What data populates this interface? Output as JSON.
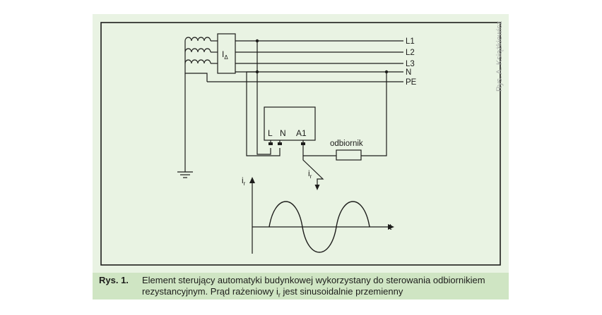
{
  "diagram": {
    "bus_labels": [
      "L1",
      "L2",
      "L3",
      "N",
      "PE"
    ],
    "rcd_label": "I",
    "rcd_subscript": "Δ",
    "terminal_labels": [
      "L",
      "N",
      "A1"
    ],
    "load_label": "odbiornik",
    "current_label": "i",
    "current_subscript": "r",
    "graph_y_label": "i",
    "graph_y_subscript": "r",
    "graph_x_label": "t"
  },
  "caption": {
    "label": "Rys. 1.",
    "text": "Element sterujący automatyki budynkowej wykorzystany do sterowania odbiornikiem rezystancyjnym. Prąd rażeniowy i",
    "subscript": "r",
    "text_tail": " jest sinusoidalnie przemienny"
  },
  "credit": "Rys. A. Książkiewicz",
  "colors": {
    "panel": "#e9f3e3",
    "caption_band": "#cfe5c3",
    "line": "#1d1d1b"
  }
}
